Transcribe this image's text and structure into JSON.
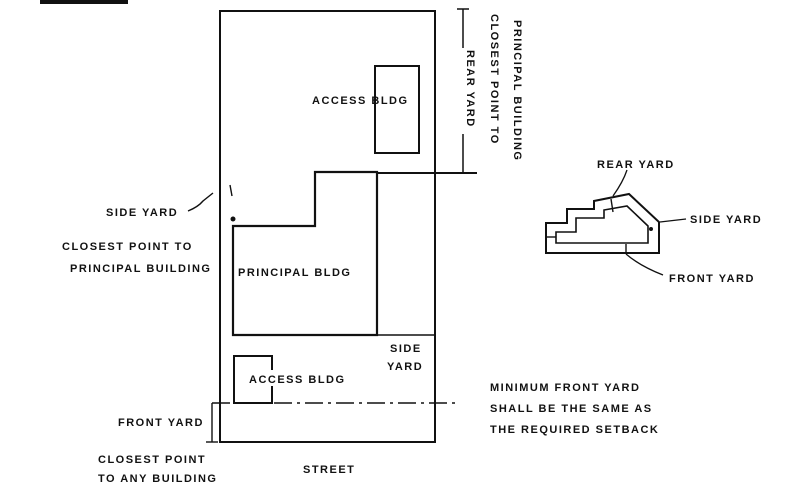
{
  "labels": {
    "access_bldg_top": "ACCESS BLDG",
    "principal_bldg": "PRINCIPAL BLDG",
    "access_bldg_bottom": "ACCESS BLDG",
    "rear_yard_vertical": "REAR YARD",
    "closest_point_vertical_1": "CLOSEST POINT TO",
    "closest_point_vertical_2": "PRINCIPAL BUILDING",
    "side_yard_left": "SIDE YARD",
    "closest_point_left_1": "CLOSEST POINT TO",
    "closest_point_left_2": "PRINCIPAL BUILDING",
    "side_yard_right_1": "SIDE",
    "side_yard_right_2": "YARD",
    "front_yard_left": "FRONT YARD",
    "closest_point_bottom_1": "CLOSEST POINT",
    "closest_point_bottom_2": "TO ANY BUILDING",
    "street": "STREET",
    "minimum_front_yard_1": "MINIMUM FRONT YARD",
    "minimum_front_yard_2": "SHALL BE THE SAME AS",
    "minimum_front_yard_3": "THE REQUIRED SETBACK",
    "inset_rear_yard": "REAR YARD",
    "inset_side_yard": "SIDE YARD",
    "inset_front_yard": "FRONT YARD"
  }
}
